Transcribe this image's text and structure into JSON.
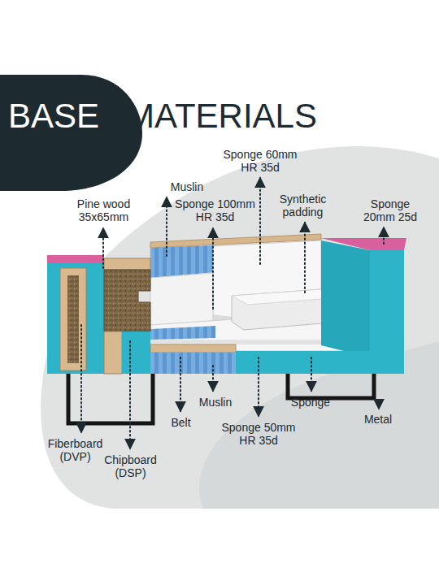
{
  "diagram": {
    "title": "MATERIALS",
    "nodes": [
      {
        "text": [
          "BASE"
        ]
      }
    ],
    "labels": [
      "Sponge 60mm HR 35d",
      "Muslin",
      "Pine wood 35x65mm",
      "Sponge 100mm HR 35d",
      "Synthetic padding",
      "Sponge 20mm 25d",
      "Fiberboard (DVP)",
      "Chipboard (DSP)",
      "Belt",
      "Muslin",
      "Sponge",
      "Sponge 50mm HR 35d",
      "Metal"
    ]
  }
}
